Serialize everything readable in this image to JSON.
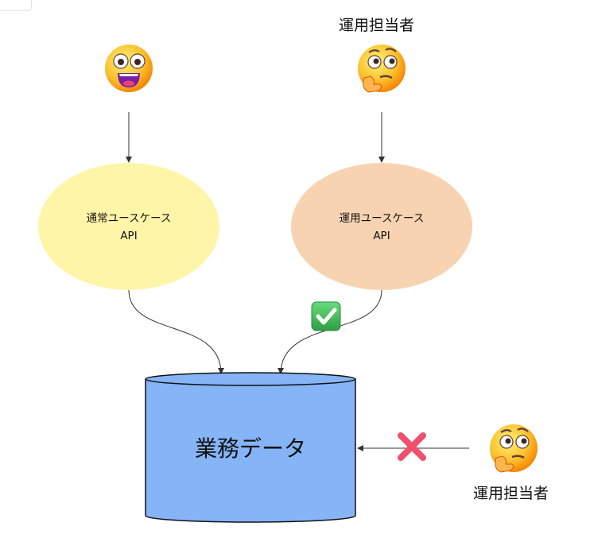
{
  "actors": {
    "top_right_label": "運用担当者",
    "bottom_right_label": "運用担当者"
  },
  "ellipses": {
    "normal": {
      "line1": "通常ユースケース",
      "line2": "API",
      "color": "#fff5a8"
    },
    "ops": {
      "line1": "運用ユースケース",
      "line2": "API",
      "color": "#f7d3b1"
    }
  },
  "database": {
    "label": "業務データ",
    "color": "#85b4f7"
  },
  "markers": {
    "allowed": "check-mark",
    "denied": "cross-mark"
  },
  "colors": {
    "emoji_yellow": "#fbc02d",
    "check_green": "#37b24d",
    "cross_pink": "#f0506e"
  }
}
